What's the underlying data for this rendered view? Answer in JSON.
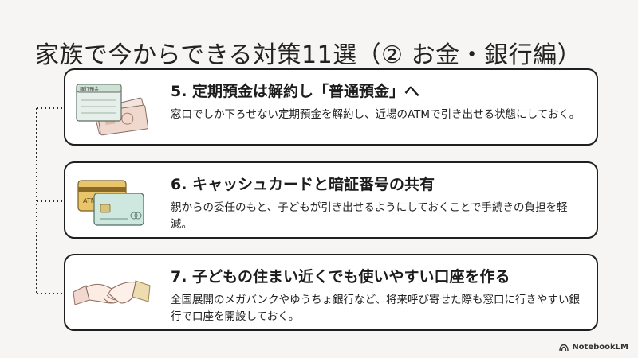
{
  "title": "家族で今からできる対策11選（② お金・銀行編）",
  "cards": [
    {
      "heading": "5. 定期預金は解約し「普通預金」へ",
      "description": "窓口でしか下ろせない定期預金を解約し、近場のATMで引き出せる状態にしておく。",
      "illustration": "bankbook-and-cash-icon",
      "bankbook_label": "銀行預金"
    },
    {
      "heading": "6. キャッシュカードと暗証番号の共有",
      "description": "親からの委任のもと、子どもが引き出せるようにしておくことで手続きの負担を軽減。",
      "illustration": "atm-cards-icon",
      "card_label": "ATM"
    },
    {
      "heading": "7. 子どもの住まい近くでも使いやすい口座を作る",
      "description": "全国展開のメガバンクやゆうちょ銀行など、将来呼び寄せた際も窓口に行きやすい銀行で口座を開設しておく。",
      "illustration": "handshake-icon"
    }
  ],
  "brand": {
    "name": "NotebookLM",
    "icon": "notebooklm-logo-icon"
  },
  "colors": {
    "background": "#f6f5f3",
    "card_border": "#1f1f1f",
    "text": "#222222"
  }
}
